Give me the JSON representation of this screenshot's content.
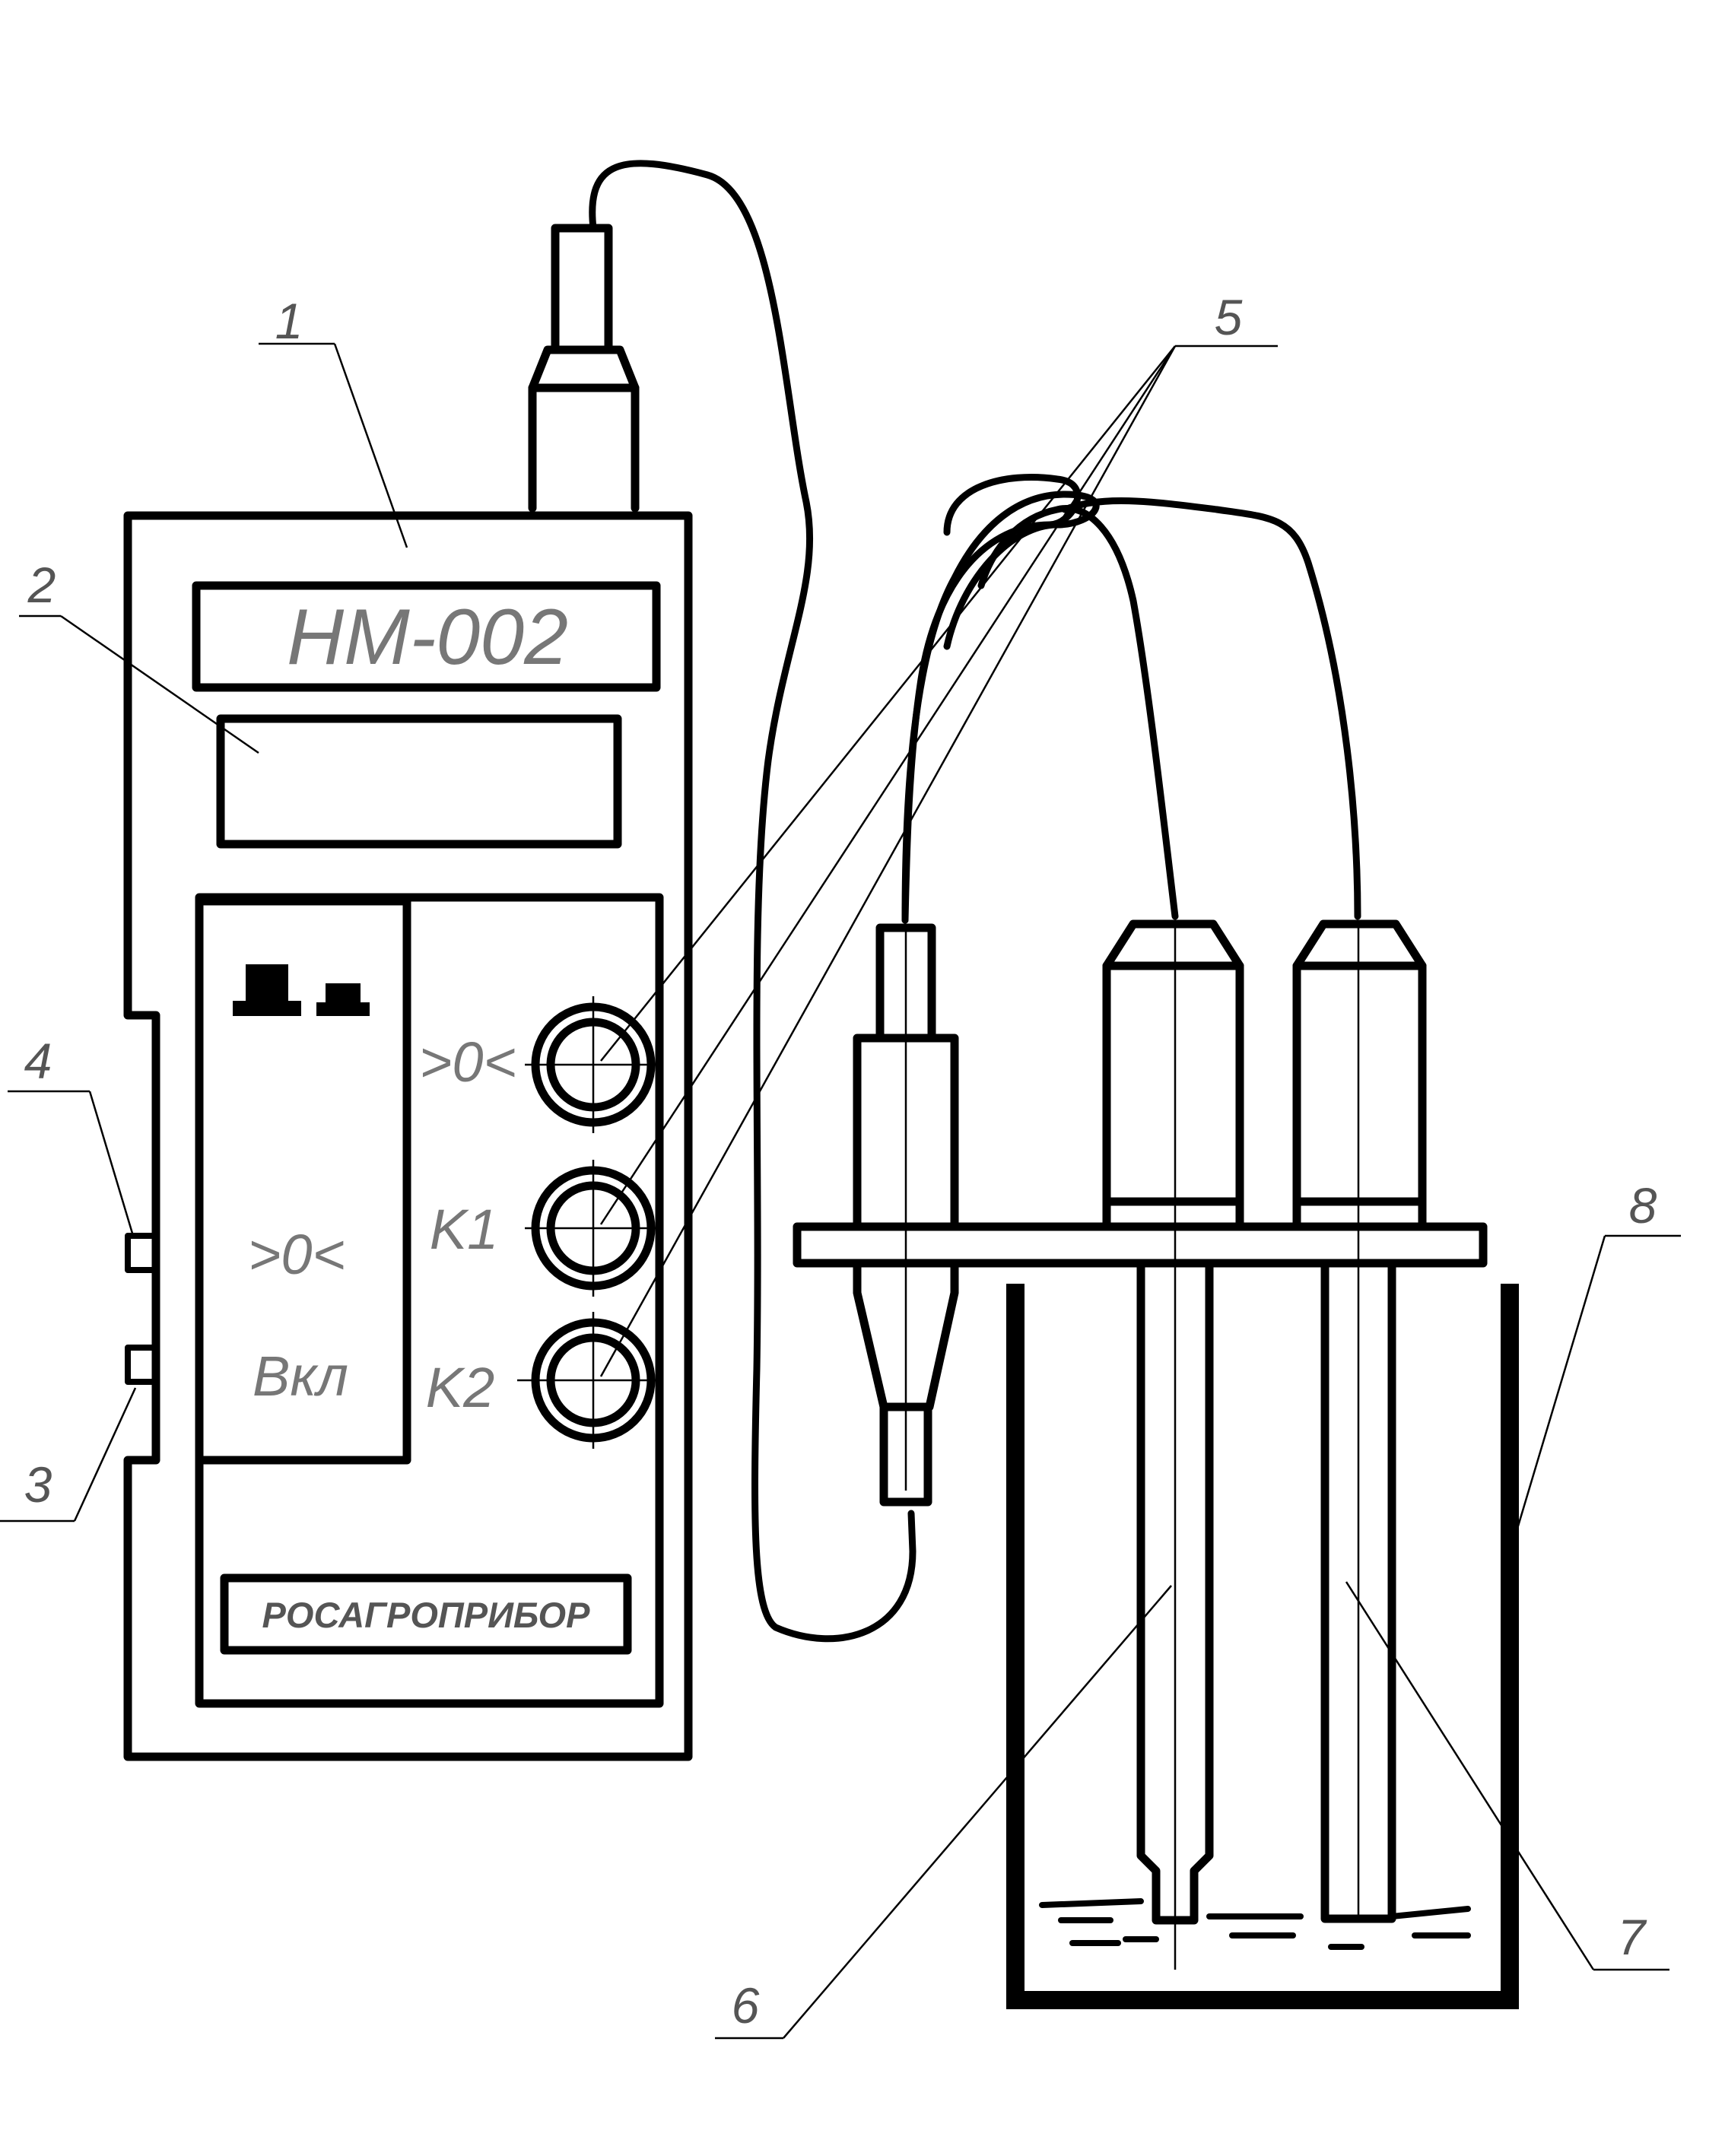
{
  "device": {
    "model": "НМ-002",
    "brand": "РОСАГРОПРИБОР",
    "side_label_zero": ">0<",
    "side_label_on": "Вкл",
    "buttons": [
      ">0<",
      "K1",
      "K2"
    ]
  },
  "callouts": [
    "1",
    "2",
    "3",
    "4",
    "5",
    "6",
    "7",
    "8"
  ]
}
